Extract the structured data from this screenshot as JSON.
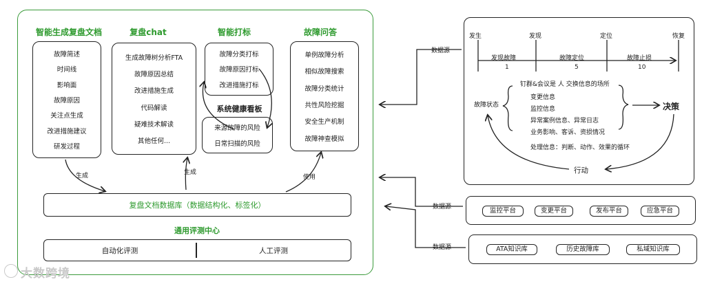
{
  "left": {
    "cols": [
      {
        "title": "智能生成复盘文档",
        "items": [
          "故障简述",
          "时间线",
          "影响面",
          "故障原因",
          "关注点生成",
          "改进措施建议",
          "研发过程"
        ]
      },
      {
        "title": "复盘chat",
        "items": [
          "生成故障树分析FTA",
          "故障原因总结",
          "改进措施生成",
          "代码解读",
          "疑难技术解读",
          "其他任何..."
        ]
      },
      {
        "title": "智能打标",
        "items": [
          "故障分类打标",
          "故障原因打标",
          "改进措施打标"
        ]
      },
      {
        "title": "故障问答",
        "items": [
          "单例故障分析",
          "相似故障搜索",
          "故障分类统计",
          "共性风险挖掘",
          "安全生产机制",
          "故障神查模拟"
        ]
      }
    ],
    "health": {
      "title": "系统健康看板",
      "items": [
        "来源故障的风险",
        "日常扫描的风险"
      ]
    },
    "arrow_labels": {
      "gen1": "生成",
      "gen2": "生成",
      "use": "使用"
    },
    "db_label": "复盘文档数据库（数据结构化、标签化）",
    "eval": {
      "title": "通用评测中心",
      "auto": "自动化评测",
      "manual": "人工评测"
    }
  },
  "right": {
    "timeline": {
      "stages": [
        "发生",
        "发现",
        "定位",
        "恢复"
      ],
      "segments": [
        {
          "label": "发现故障",
          "num": "1"
        },
        {
          "label": "故障定位",
          "num": "5"
        },
        {
          "label": "故障止损",
          "num": "10"
        }
      ]
    },
    "state_label": "故障状态",
    "info_header": "钉群&会议是 人 交换信息的场所",
    "info_items": [
      "变更信息",
      "监控信息",
      "异常案例信息、异常日志",
      "业务影响、客诉、资损情况"
    ],
    "decision": "决策",
    "processing": "处理信息：判断、动作、效果的循环",
    "action": "行动",
    "source_labels": [
      "数据源",
      "数据源",
      "数据源"
    ],
    "platforms": [
      "监控平台",
      "变更平台",
      "发布平台",
      "应急平台"
    ],
    "knowledge": [
      "ATA知识库",
      "历史故障库",
      "私域知识库"
    ]
  },
  "watermark": "大数跨境"
}
